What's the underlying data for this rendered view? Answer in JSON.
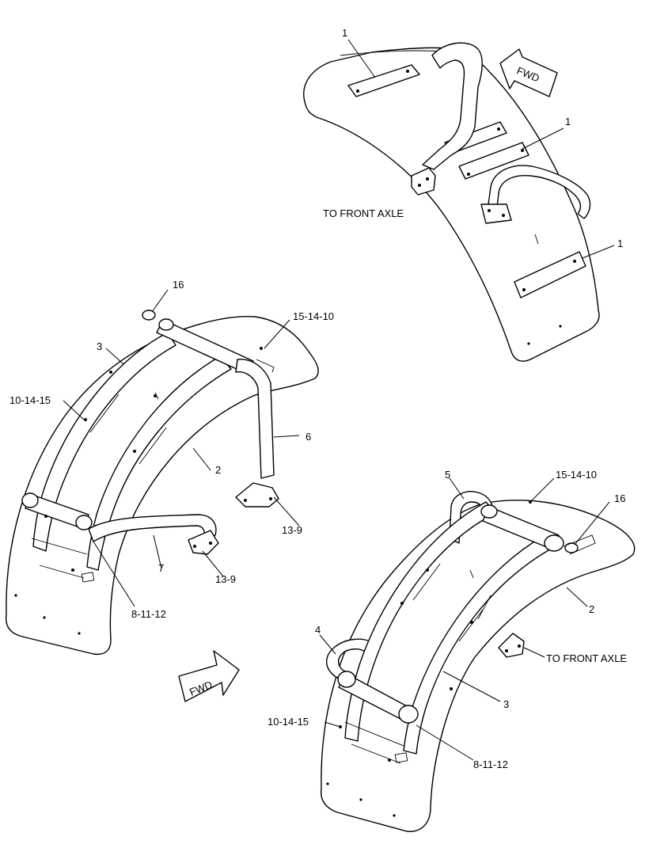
{
  "labels": {
    "top_plate_1a": "1",
    "top_plate_1b": "1",
    "top_plate_1c": "1",
    "top_fwd": "FWD",
    "top_axle": "TO FRONT AXLE",
    "left_16": "16",
    "left_15_14_10": "15-14-10",
    "left_3": "3",
    "left_10_14_15": "10-14-15",
    "left_6": "6",
    "left_2": "2",
    "left_13_9_a": "13-9",
    "left_7": "7",
    "left_13_9_b": "13-9",
    "left_8_11_12": "8-11-12",
    "bottom_fwd": "FWD",
    "right_5": "5",
    "right_15_14_10": "15-14-10",
    "right_16": "16",
    "right_2": "2",
    "right_4": "4",
    "right_axle": "TO FRONT AXLE",
    "right_3": "3",
    "right_10_14_15": "10-14-15",
    "right_8_11_12": "8-11-12"
  },
  "colors": {
    "line": "#000000",
    "background": "#ffffff"
  }
}
